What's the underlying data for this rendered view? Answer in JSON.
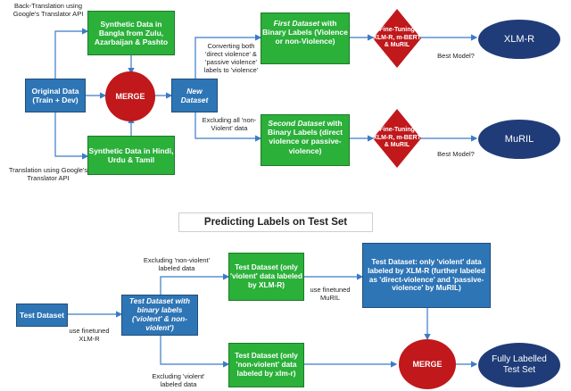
{
  "top": {
    "labels": {
      "back_translation": "Back-Translation using Google's Translator API",
      "translation": "Translation using Google's Translator API",
      "converting": "Converting both 'direct violence' & 'passive violence' labels to 'violence'",
      "excluding_nonviolent": "Excluding all 'non-Violent' data",
      "best_model_1": "Best Model?",
      "best_model_2": "Best Model?"
    },
    "boxes": {
      "synthetic_top": "Synthetic Data in Bangla from Zulu, Azarbaijan & Pashto",
      "original": "Original Data (Train + Dev)",
      "synthetic_bottom": "Synthetic Data in Hindi, Urdu & Tamil",
      "new_dataset": "New Dataset",
      "first_dataset_em": "First Dataset",
      "first_dataset_rest": " with Binary Labels (Violence or non-Violence)",
      "second_dataset_em": "Second Dataset",
      "second_dataset_rest": " with Binary Labels (direct violence or passive-violence)"
    },
    "merge": "MERGE",
    "finetune_1": "Fine-Tuning XLM-R, m-BERT & MuRIL",
    "finetune_2": "Fine-Tuning XLM-R, m-BERT & MuRIL",
    "model_1": "XLM-R",
    "model_2": "MuRIL"
  },
  "section_title": "Predicting Labels on Test Set",
  "bottom": {
    "labels": {
      "excluding_nonviolent": "Excluding 'non-violent' labeled data",
      "use_finetuned_xlmr": "use finetuned XLM-R",
      "use_finetuned_muril": "use finetuned MuRIL",
      "excluding_violent": "Excluding 'violent' labeled data"
    },
    "boxes": {
      "test_dataset": "Test Dataset",
      "test_binary": "Test Dataset with binary labels ('violent' & non-violent')",
      "violent_only": "Test Dataset (only 'violent' data labeled by XLM-R)",
      "nonviolent_only": "Test Dataset (only 'non-violent' data labeled by xlm-r)",
      "test_violent_muril": "Test Dataset: only 'violent' data labeled by XLM-R (further labeled as 'direct-violence' and 'passive-violence' by MuRIL)"
    },
    "merge": "MERGE",
    "final": "Fully Labelled Test Set"
  },
  "colors": {
    "blue": "#2e75b6",
    "green": "#2bb03a",
    "red": "#c0181b",
    "navy": "#1f3c78",
    "arrow": "#3a7bc8"
  }
}
